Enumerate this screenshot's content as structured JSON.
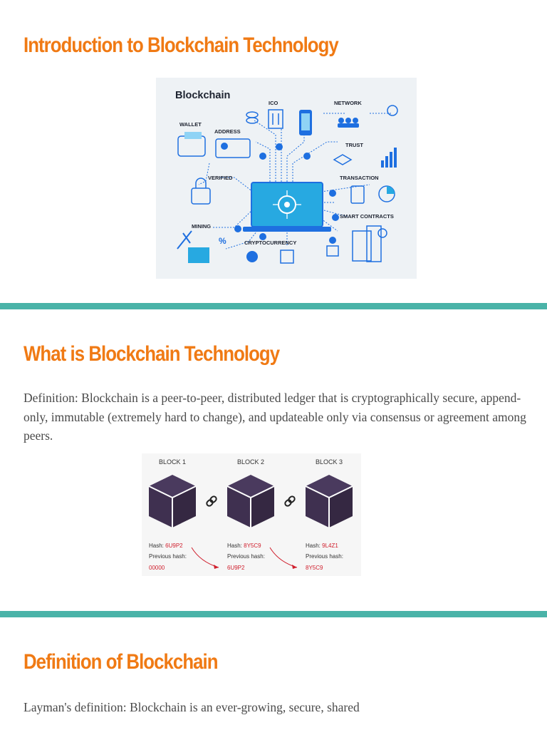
{
  "slide1": {
    "title": "Introduction to Blockchain Technology",
    "diagram": {
      "heading": "Blockchain",
      "labels": {
        "ico": "ICO",
        "network": "NETWORK",
        "wallet": "WALLET",
        "address": "ADDRESS",
        "trust": "TRUST",
        "verified": "VERIFIED",
        "transaction": "TRANSACTION",
        "mining": "MINING",
        "smart_contracts": "SMART CONTRACTS",
        "cryptocurrency": "CRYPTOCURRENCY"
      }
    }
  },
  "slide2": {
    "title": "What is Blockchain Technology",
    "paragraph": "Definition: Blockchain is a peer-to-peer, distributed ledger that is cryptographically secure, append-only, immutable (extremely hard to change), and updateable only via consensus or agreement among peers.",
    "blocks": [
      {
        "label": "BLOCK 1",
        "hash_label": "Hash:",
        "hash": "6U9P2",
        "prev_label": "Previous hash:",
        "prev_hash": "00000"
      },
      {
        "label": "BLOCK 2",
        "hash_label": "Hash:",
        "hash": "8Y5C9",
        "prev_label": "Previous hash:",
        "prev_hash": "6U9P2"
      },
      {
        "label": "BLOCK 3",
        "hash_label": "Hash:",
        "hash": "9L4Z1",
        "prev_label": "Previous hash:",
        "prev_hash": "8Y5C9"
      }
    ]
  },
  "slide3": {
    "title": "Definition of Blockchain",
    "paragraph": "Layman's definition: Blockchain is an ever-growing, secure, shared"
  },
  "colors": {
    "accent_heading": "#f07a14",
    "divider": "#4ab3a8",
    "diagram_blue": "#1e6fe0",
    "block_cube": "#3f3050",
    "hash_red": "#d0202e"
  }
}
